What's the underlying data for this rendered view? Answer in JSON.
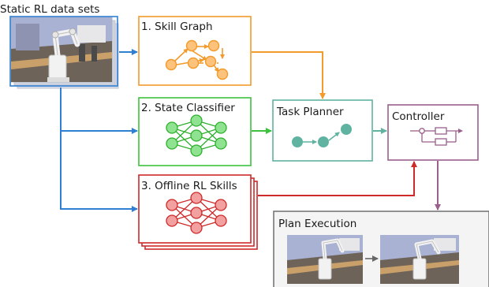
{
  "diagram": {
    "dataset_label": "Static RL data sets",
    "skill_graph_label": "1. Skill Graph",
    "state_classifier_label": "2. State Classifier",
    "offline_skills_label": "3. Offline RL Skills",
    "task_planner_label": "Task Planner",
    "controller_label": "Controller",
    "plan_execution_label": "Plan Execution"
  },
  "colors": {
    "dataset": "#2f7fd2",
    "skill_graph": "#f39a2a",
    "state_classifier": "#3cc23c",
    "offline_skills": "#cf2a2a",
    "task_planner": "#5fb3a0",
    "controller": "#9a5f8a",
    "plan_execution": "#777777"
  }
}
